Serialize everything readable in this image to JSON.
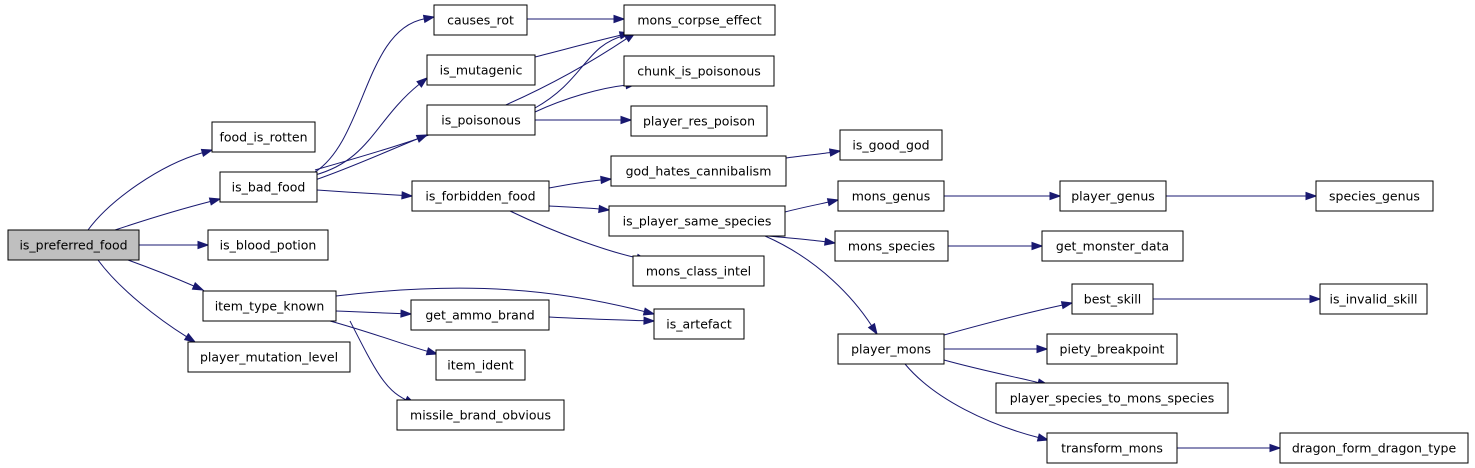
{
  "graph": {
    "nodes": [
      {
        "id": "is_preferred_food",
        "label": "is_preferred_food",
        "root": true
      },
      {
        "id": "food_is_rotten",
        "label": "food_is_rotten"
      },
      {
        "id": "is_bad_food",
        "label": "is_bad_food"
      },
      {
        "id": "is_blood_potion",
        "label": "is_blood_potion"
      },
      {
        "id": "item_type_known",
        "label": "item_type_known"
      },
      {
        "id": "player_mutation_level",
        "label": "player_mutation_level"
      },
      {
        "id": "causes_rot",
        "label": "causes_rot"
      },
      {
        "id": "is_mutagenic",
        "label": "is_mutagenic"
      },
      {
        "id": "is_poisonous",
        "label": "is_poisonous"
      },
      {
        "id": "is_forbidden_food",
        "label": "is_forbidden_food"
      },
      {
        "id": "get_ammo_brand",
        "label": "get_ammo_brand"
      },
      {
        "id": "item_ident",
        "label": "item_ident"
      },
      {
        "id": "missile_brand_obvious",
        "label": "missile_brand_obvious"
      },
      {
        "id": "mons_corpse_effect",
        "label": "mons_corpse_effect"
      },
      {
        "id": "chunk_is_poisonous",
        "label": "chunk_is_poisonous"
      },
      {
        "id": "player_res_poison",
        "label": "player_res_poison"
      },
      {
        "id": "god_hates_cannibalism",
        "label": "god_hates_cannibalism"
      },
      {
        "id": "is_player_same_species",
        "label": "is_player_same_species"
      },
      {
        "id": "mons_class_intel",
        "label": "mons_class_intel"
      },
      {
        "id": "is_artefact",
        "label": "is_artefact"
      },
      {
        "id": "is_good_god",
        "label": "is_good_god"
      },
      {
        "id": "mons_genus",
        "label": "mons_genus"
      },
      {
        "id": "mons_species",
        "label": "mons_species"
      },
      {
        "id": "player_mons",
        "label": "player_mons"
      },
      {
        "id": "player_genus",
        "label": "player_genus"
      },
      {
        "id": "get_monster_data",
        "label": "get_monster_data"
      },
      {
        "id": "best_skill",
        "label": "best_skill"
      },
      {
        "id": "piety_breakpoint",
        "label": "piety_breakpoint"
      },
      {
        "id": "player_species_to_mons_species",
        "label": "player_species_to_mons_species"
      },
      {
        "id": "transform_mons",
        "label": "transform_mons"
      },
      {
        "id": "species_genus",
        "label": "species_genus"
      },
      {
        "id": "is_invalid_skill",
        "label": "is_invalid_skill"
      },
      {
        "id": "dragon_form_dragon_type",
        "label": "dragon_form_dragon_type"
      }
    ],
    "edges": [
      {
        "from": "is_preferred_food",
        "to": "food_is_rotten"
      },
      {
        "from": "is_preferred_food",
        "to": "is_bad_food"
      },
      {
        "from": "is_preferred_food",
        "to": "is_blood_potion"
      },
      {
        "from": "is_preferred_food",
        "to": "item_type_known"
      },
      {
        "from": "is_preferred_food",
        "to": "player_mutation_level"
      },
      {
        "from": "is_bad_food",
        "to": "causes_rot"
      },
      {
        "from": "is_bad_food",
        "to": "is_mutagenic"
      },
      {
        "from": "is_bad_food",
        "to": "is_poisonous"
      },
      {
        "from": "is_bad_food",
        "to": "is_forbidden_food"
      },
      {
        "from": "is_bad_food",
        "to": "mons_corpse_effect"
      },
      {
        "from": "causes_rot",
        "to": "mons_corpse_effect"
      },
      {
        "from": "is_mutagenic",
        "to": "mons_corpse_effect"
      },
      {
        "from": "is_poisonous",
        "to": "mons_corpse_effect"
      },
      {
        "from": "is_poisonous",
        "to": "chunk_is_poisonous"
      },
      {
        "from": "is_poisonous",
        "to": "player_res_poison"
      },
      {
        "from": "is_forbidden_food",
        "to": "god_hates_cannibalism"
      },
      {
        "from": "is_forbidden_food",
        "to": "is_player_same_species"
      },
      {
        "from": "is_forbidden_food",
        "to": "mons_class_intel"
      },
      {
        "from": "god_hates_cannibalism",
        "to": "is_good_god"
      },
      {
        "from": "is_player_same_species",
        "to": "mons_genus"
      },
      {
        "from": "is_player_same_species",
        "to": "mons_species"
      },
      {
        "from": "is_player_same_species",
        "to": "player_mons"
      },
      {
        "from": "mons_genus",
        "to": "player_genus"
      },
      {
        "from": "player_genus",
        "to": "species_genus"
      },
      {
        "from": "mons_species",
        "to": "get_monster_data"
      },
      {
        "from": "player_mons",
        "to": "best_skill"
      },
      {
        "from": "player_mons",
        "to": "piety_breakpoint"
      },
      {
        "from": "player_mons",
        "to": "player_species_to_mons_species"
      },
      {
        "from": "player_mons",
        "to": "transform_mons"
      },
      {
        "from": "best_skill",
        "to": "is_invalid_skill"
      },
      {
        "from": "transform_mons",
        "to": "dragon_form_dragon_type"
      },
      {
        "from": "item_type_known",
        "to": "is_artefact"
      },
      {
        "from": "item_type_known",
        "to": "get_ammo_brand"
      },
      {
        "from": "item_type_known",
        "to": "item_ident"
      },
      {
        "from": "item_type_known",
        "to": "missile_brand_obvious"
      },
      {
        "from": "get_ammo_brand",
        "to": "is_artefact"
      }
    ]
  }
}
